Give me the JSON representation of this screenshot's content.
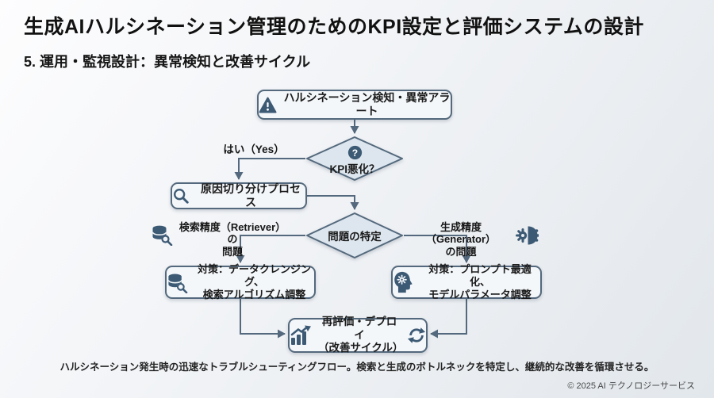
{
  "slide": {
    "title": "生成AIハルシネーション管理のためのKPI設定と評価システムの設計",
    "subtitle": "5. 運用・監視設計：異常検知と改善サイクル",
    "caption": "ハルシネーション発生時の迅速なトラブルシューティングフロー。検索と生成のボトルネックを特定し、継続的な改善を循環させる。",
    "footer": "© 2025 AI テクノロジーサービス"
  },
  "flowchart": {
    "alert_box": "ハルシネーション検知・異常アラート",
    "kpi_decision": "KPI悪化？",
    "yes_label": "はい（Yes）",
    "cause_box": "原因切り分けプロセス",
    "problem_decision": "問題の特定",
    "retriever_label_line1": "検索精度（Retriever）の",
    "retriever_label_line2": "問題",
    "generator_label_line1": "生成精度（Generator）",
    "generator_label_line2": "の問題",
    "retriever_action_line1": "対策：データクレンジング、",
    "retriever_action_line2": "検索アルゴリズム調整",
    "generator_action_line1": "対策：プロンプト最適化、",
    "generator_action_line2": "モデルパラメータ調整",
    "redeploy_line1": "再評価・デプロイ",
    "redeploy_line2": "（改善サイクル）"
  },
  "icons": {
    "question_glyph": "?"
  },
  "colors": {
    "accent": "#3d5a75",
    "border": "#54697d",
    "line": "#54697d",
    "box_fill": "#f4f7fa",
    "diamond_fill": "#dde6ee",
    "background_start": "#fdfdfe",
    "background_end": "#e2e7ec"
  }
}
